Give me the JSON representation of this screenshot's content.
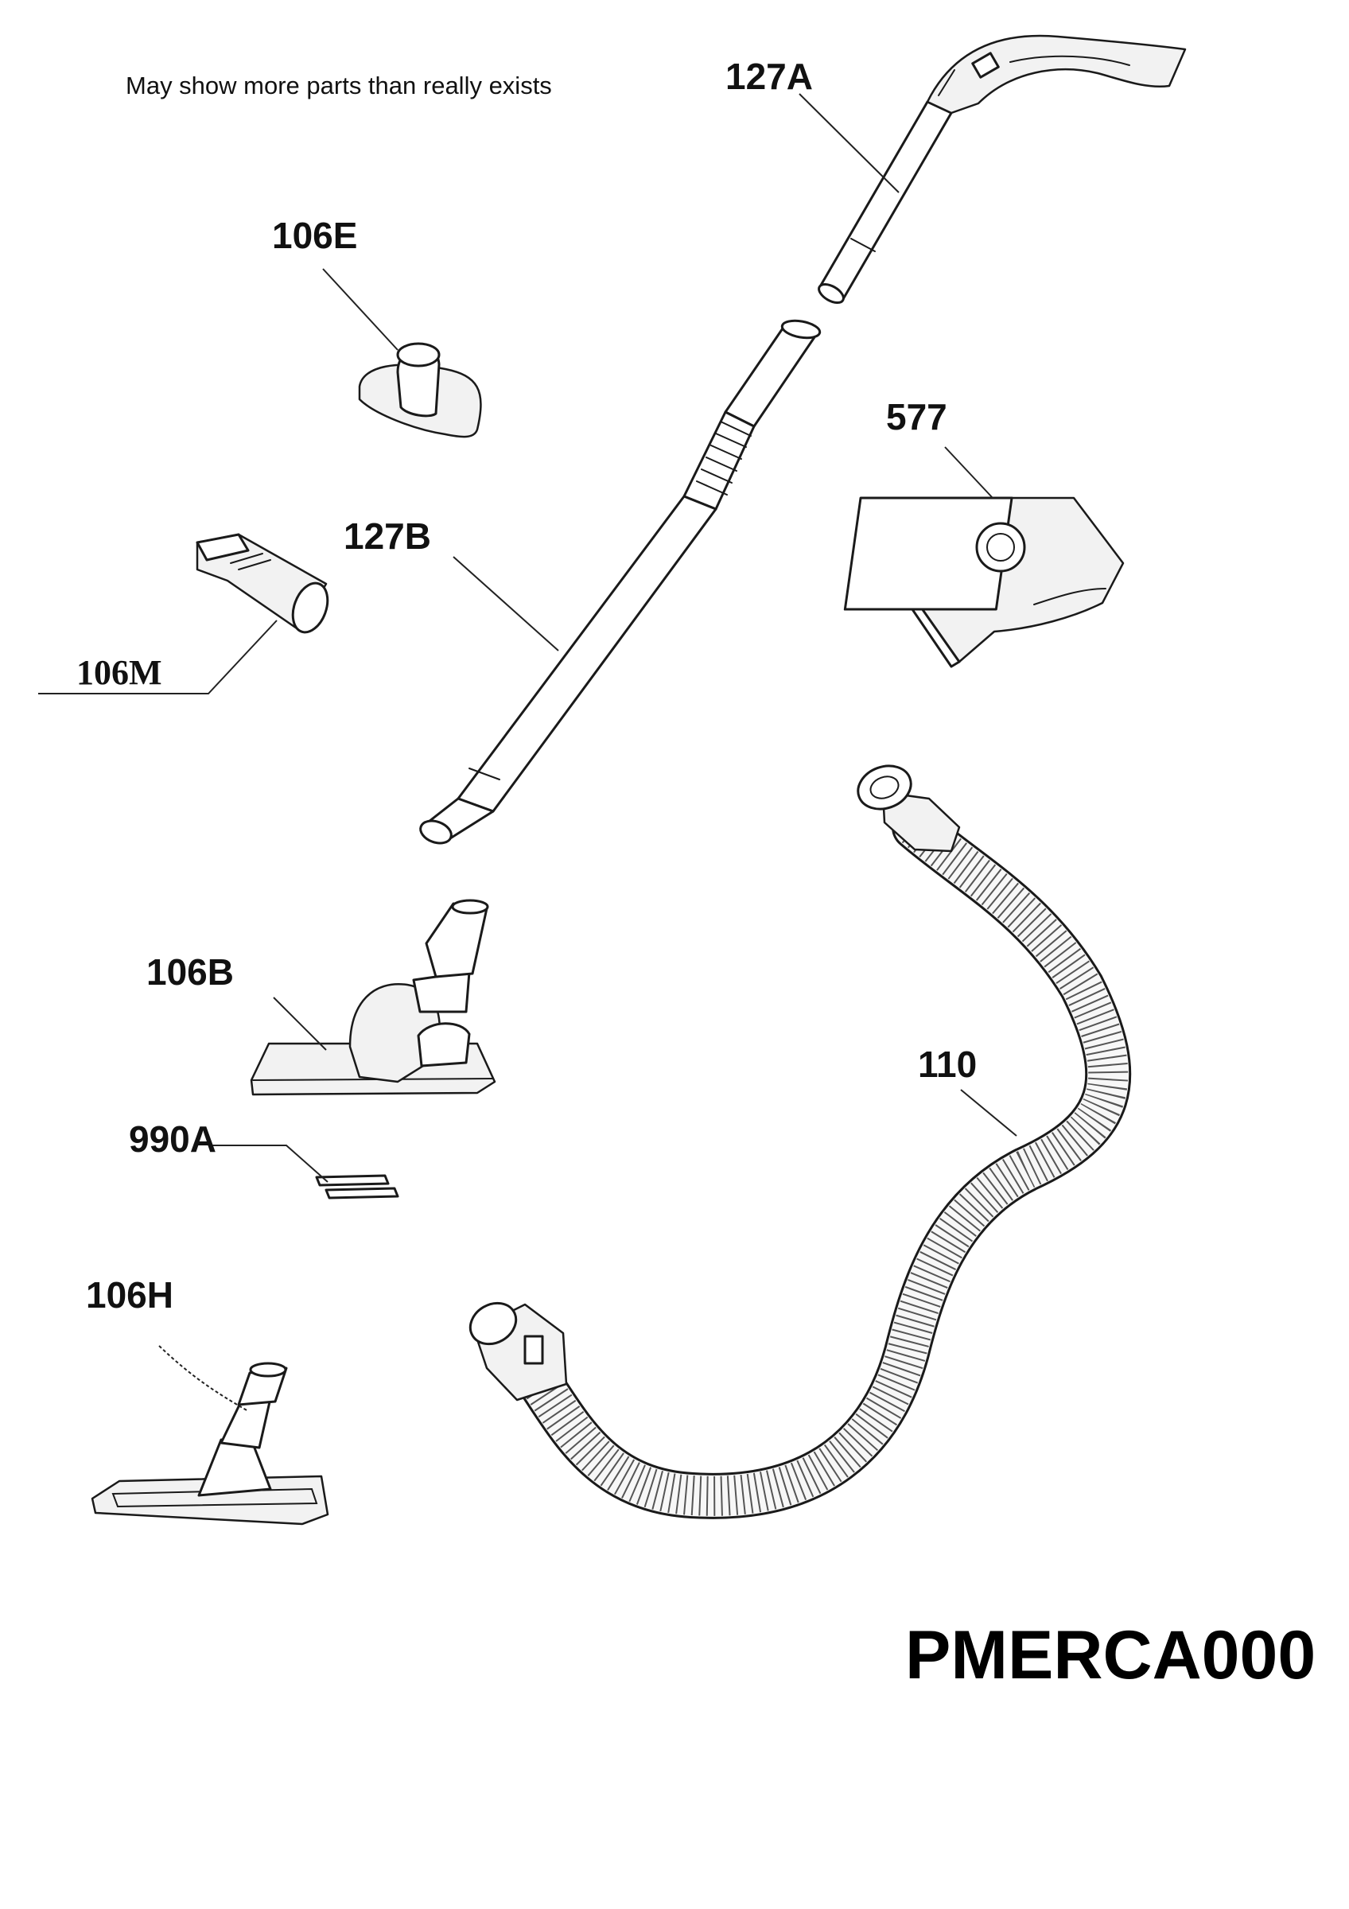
{
  "note": "May show more parts than really exists",
  "model_code": "PMERCA000",
  "parts": [
    {
      "id": "127A",
      "label": "127A"
    },
    {
      "id": "106E",
      "label": "106E"
    },
    {
      "id": "577",
      "label": "577"
    },
    {
      "id": "127B",
      "label": "127B"
    },
    {
      "id": "106M",
      "label": "106M"
    },
    {
      "id": "106B",
      "label": "106B"
    },
    {
      "id": "110",
      "label": "110"
    },
    {
      "id": "990A",
      "label": "990A"
    },
    {
      "id": "106H",
      "label": "106H"
    }
  ]
}
